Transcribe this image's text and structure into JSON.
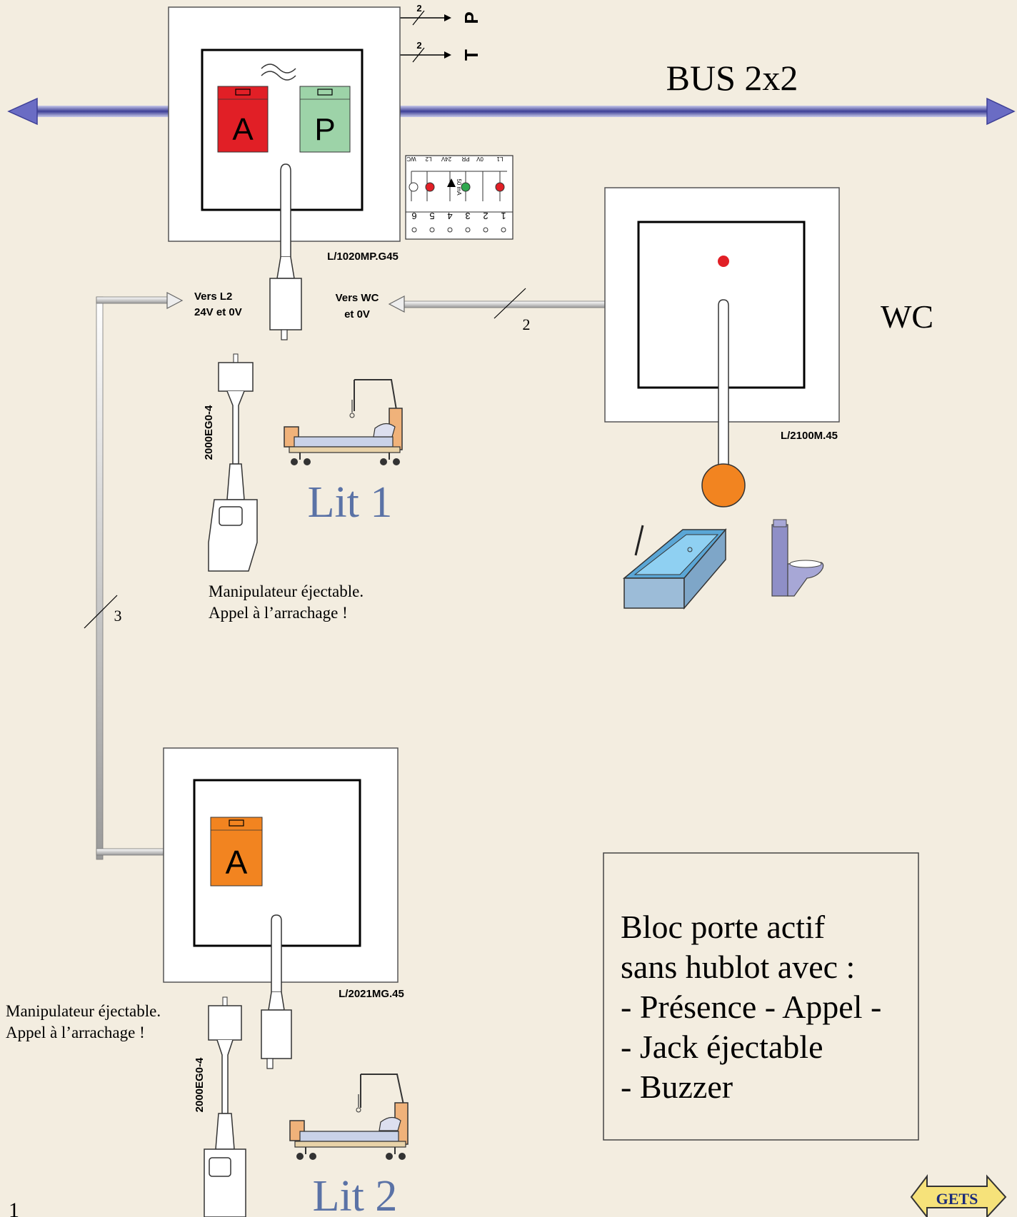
{
  "bus": {
    "label": "BUS 2x2",
    "color": "#3d3f96"
  },
  "outputs": [
    {
      "count": "2",
      "label": "P"
    },
    {
      "count": "2",
      "label": "T"
    }
  ],
  "main_unit": {
    "ref": "L/1020MP.G45",
    "buttons": [
      {
        "label": "A",
        "color": "#e11f26"
      },
      {
        "label": "P",
        "color": "#9dd3a8"
      }
    ],
    "tilde": "~",
    "vers_l2": [
      "Vers L2",
      "24V et 0V"
    ],
    "vers_wc": [
      "Vers WC",
      "et 0V"
    ]
  },
  "terminal_block": {
    "top_labels": [
      "WC",
      "L2",
      "24V",
      "50 mA",
      "PR",
      "0V",
      "L1"
    ],
    "numbers": [
      "6",
      "5",
      "4",
      "3",
      "2",
      "1"
    ]
  },
  "wc_unit": {
    "ref": "L/2100M.45",
    "label": "WC",
    "wire_count": "2",
    "pull_color": "#f28420",
    "led_color": "#e11f26"
  },
  "bed1": {
    "label": "Lit 1",
    "jack_ref": "2000EG0-4",
    "note": [
      "Manipulateur éjectable.",
      "Appel à l’arrachage !"
    ]
  },
  "link_wire_count": "3",
  "bed2_unit": {
    "ref": "L/2021MG.45",
    "button": {
      "label": "A",
      "color": "#f28420"
    }
  },
  "bed2": {
    "label": "Lit 2",
    "jack_ref": "2000EG0-4",
    "note": [
      "Manipulateur éjectable.",
      "Appel à l’arrachage !"
    ]
  },
  "info_box": [
    "Bloc porte actif",
    "sans hublot avec :",
    "- Présence - Appel -",
    "- Jack éjectable",
    "- Buzzer"
  ],
  "logo": "GETS",
  "page_number": "1"
}
